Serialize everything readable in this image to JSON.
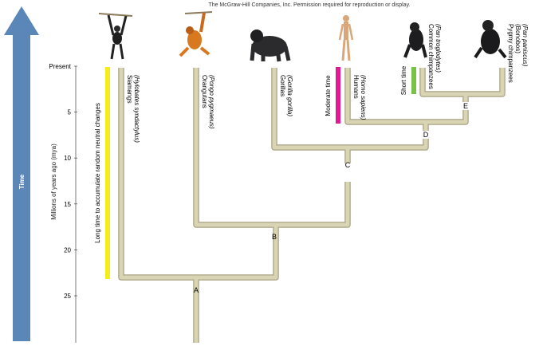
{
  "copyright": "The McGraw-Hill Companies, Inc.  Permission required for reproduction or display.",
  "time_arrow_label": "Time",
  "y_axis": {
    "label": "Millions of years ago (mya)",
    "present_label": "Present",
    "ticks": [
      5,
      10,
      15,
      20,
      25
    ]
  },
  "colors": {
    "branch": "#d9d5b4",
    "branch_outline": "#a8a384",
    "arrow": "#5b86b8",
    "long_bar": "#f3ee1a",
    "moderate_bar": "#e2198f",
    "short_bar": "#78c247"
  },
  "bars": {
    "long": "Long time to accumulate random neutral changes",
    "moderate": "Moderate time",
    "short": "Short time"
  },
  "species": [
    {
      "common": "Siamangs",
      "latin": "(Hylobates syndactylus)",
      "icon": "siamang-icon"
    },
    {
      "common": "Orangutans",
      "latin": "(Pongo pygmaeus)",
      "icon": "orangutan-icon"
    },
    {
      "common": "Gorillas",
      "latin": "(Gorilla gorilla)",
      "icon": "gorilla-icon"
    },
    {
      "common": "Humans",
      "latin": "(Homo sapiens)",
      "icon": "human-icon"
    },
    {
      "common": "Common chimpanzees",
      "latin": "(Pan troglodytes)",
      "icon": "chimpanzee-icon"
    },
    {
      "common": "Pygmy chimpanzees",
      "extra": "(Bonobos)",
      "latin": "(Pan paniscus)",
      "icon": "bonobo-icon"
    }
  ],
  "nodes": [
    "A",
    "B",
    "C",
    "D",
    "E"
  ]
}
